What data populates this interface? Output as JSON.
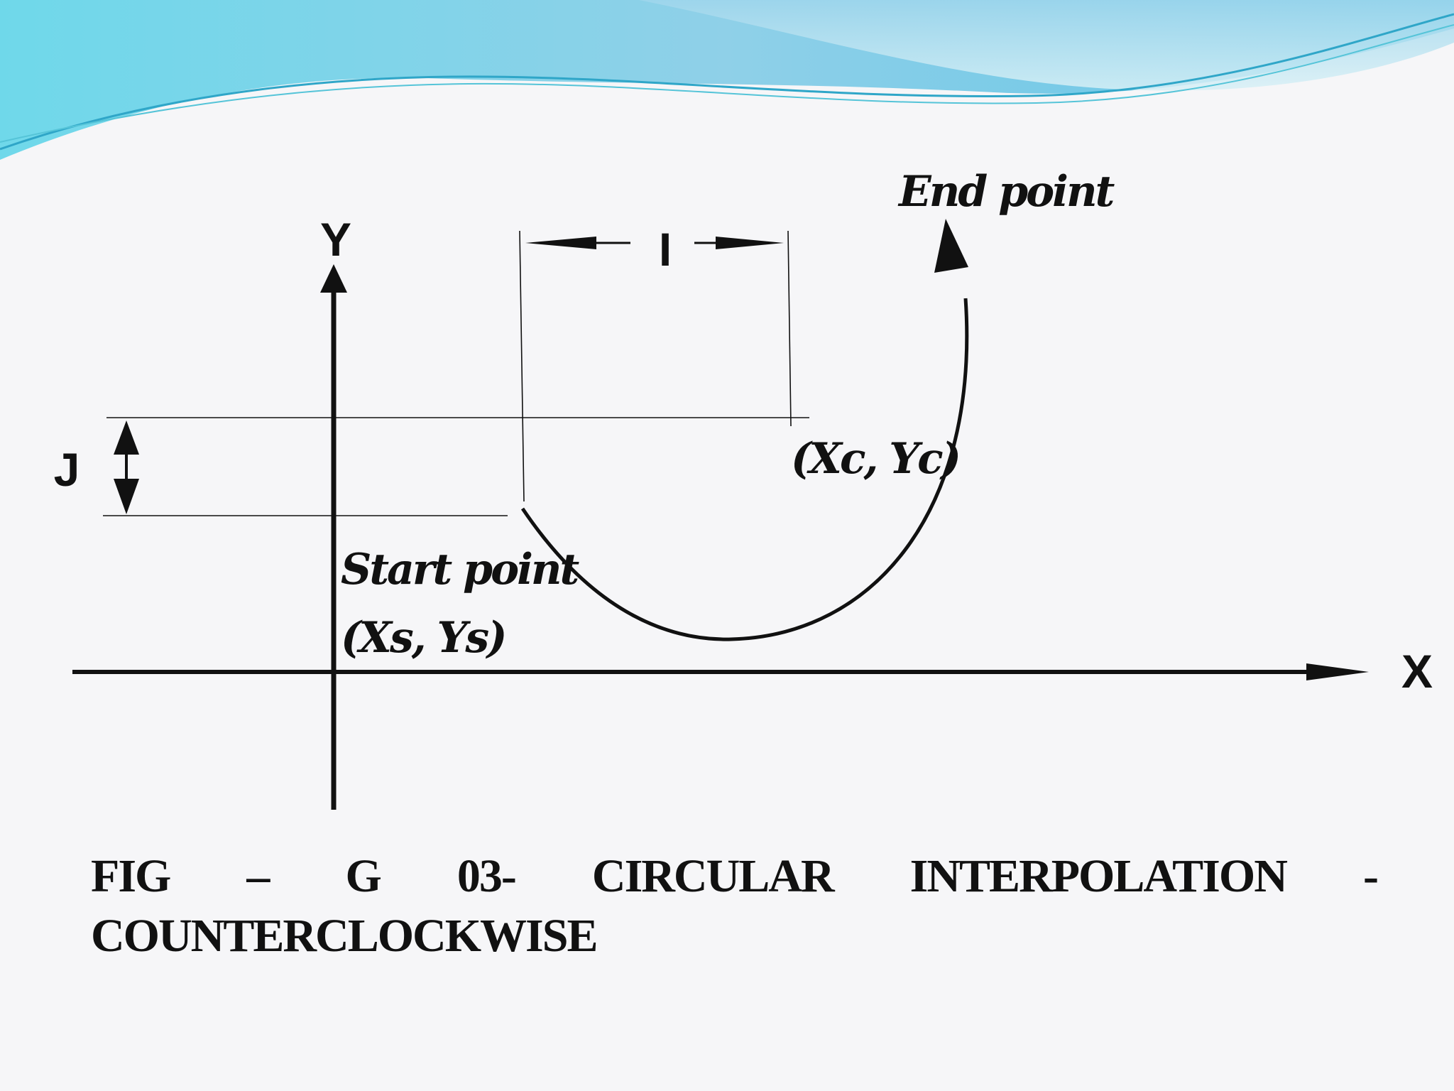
{
  "axes": {
    "y_label": "Y",
    "x_label": "X"
  },
  "dimensions": {
    "i_label": "I",
    "j_label": "J"
  },
  "points": {
    "end_label": "End point",
    "start_label": "Start point",
    "start_coords": "(Xs, Ys)",
    "center_coords": "(Xc, Yc)"
  },
  "caption": {
    "words": [
      "FIG",
      "–",
      "G",
      "03-",
      "CIRCULAR",
      "INTERPOLATION",
      "-"
    ],
    "line2": "COUNTERCLOCKWISE"
  },
  "colors": {
    "ink": "#111111",
    "wave_light": "#bfe6f0",
    "wave_mid": "#7fd3ea",
    "wave_dark": "#3fbcd8"
  }
}
